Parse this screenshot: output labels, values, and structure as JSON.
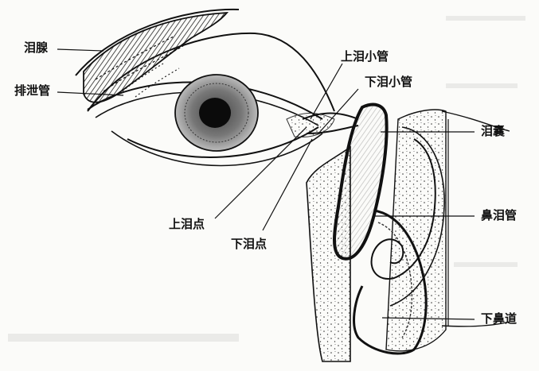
{
  "labels": {
    "lacrimal_gland": "泪腺",
    "excretory_ducts": "排泄管",
    "superior_canaliculus": "上泪小管",
    "inferior_canaliculus": "下泪小管",
    "lacrimal_sac": "泪囊",
    "nasolacrimal_duct": "鼻泪管",
    "inferior_meatus": "下鼻道",
    "superior_punctum": "上泪点",
    "inferior_punctum": "下泪点"
  }
}
